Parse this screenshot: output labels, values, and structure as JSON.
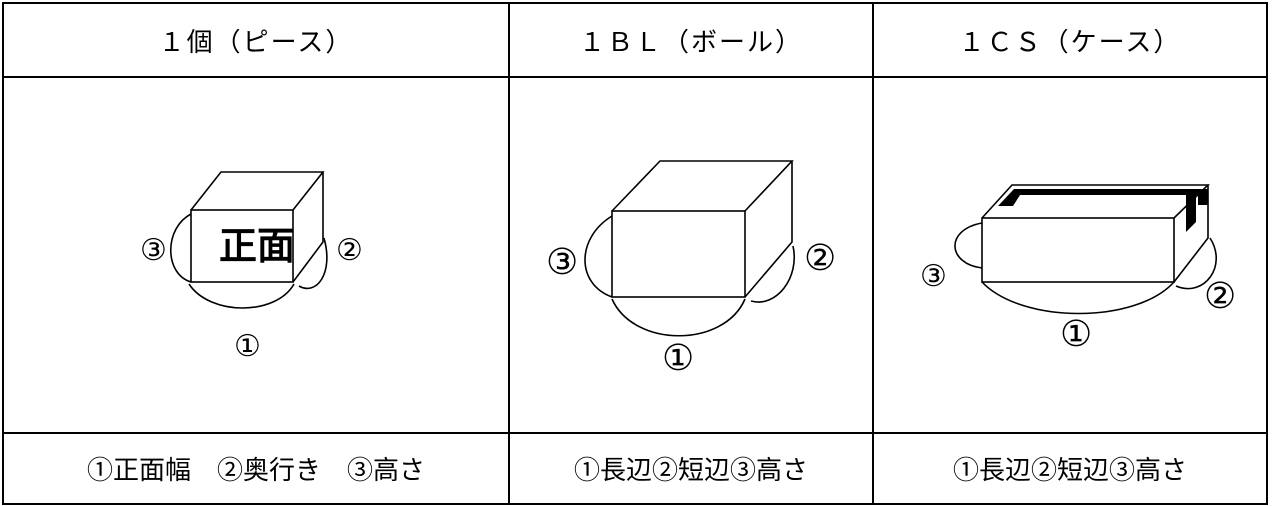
{
  "table": {
    "columns": [
      {
        "header": "１個（ピース）",
        "front_label": "正面",
        "markers": {
          "one": "①",
          "two": "②",
          "three": "③"
        },
        "footer": "①正面幅　②奥行き　③高さ"
      },
      {
        "header": "１ＢＬ（ボール）",
        "markers": {
          "one": "①",
          "two": "②",
          "three": "③"
        },
        "footer": "①長辺②短辺③高さ"
      },
      {
        "header": "１ＣＳ（ケース）",
        "markers": {
          "one": "①",
          "two": "②",
          "three": "③"
        },
        "footer": "①長辺②短辺③高さ"
      }
    ]
  }
}
